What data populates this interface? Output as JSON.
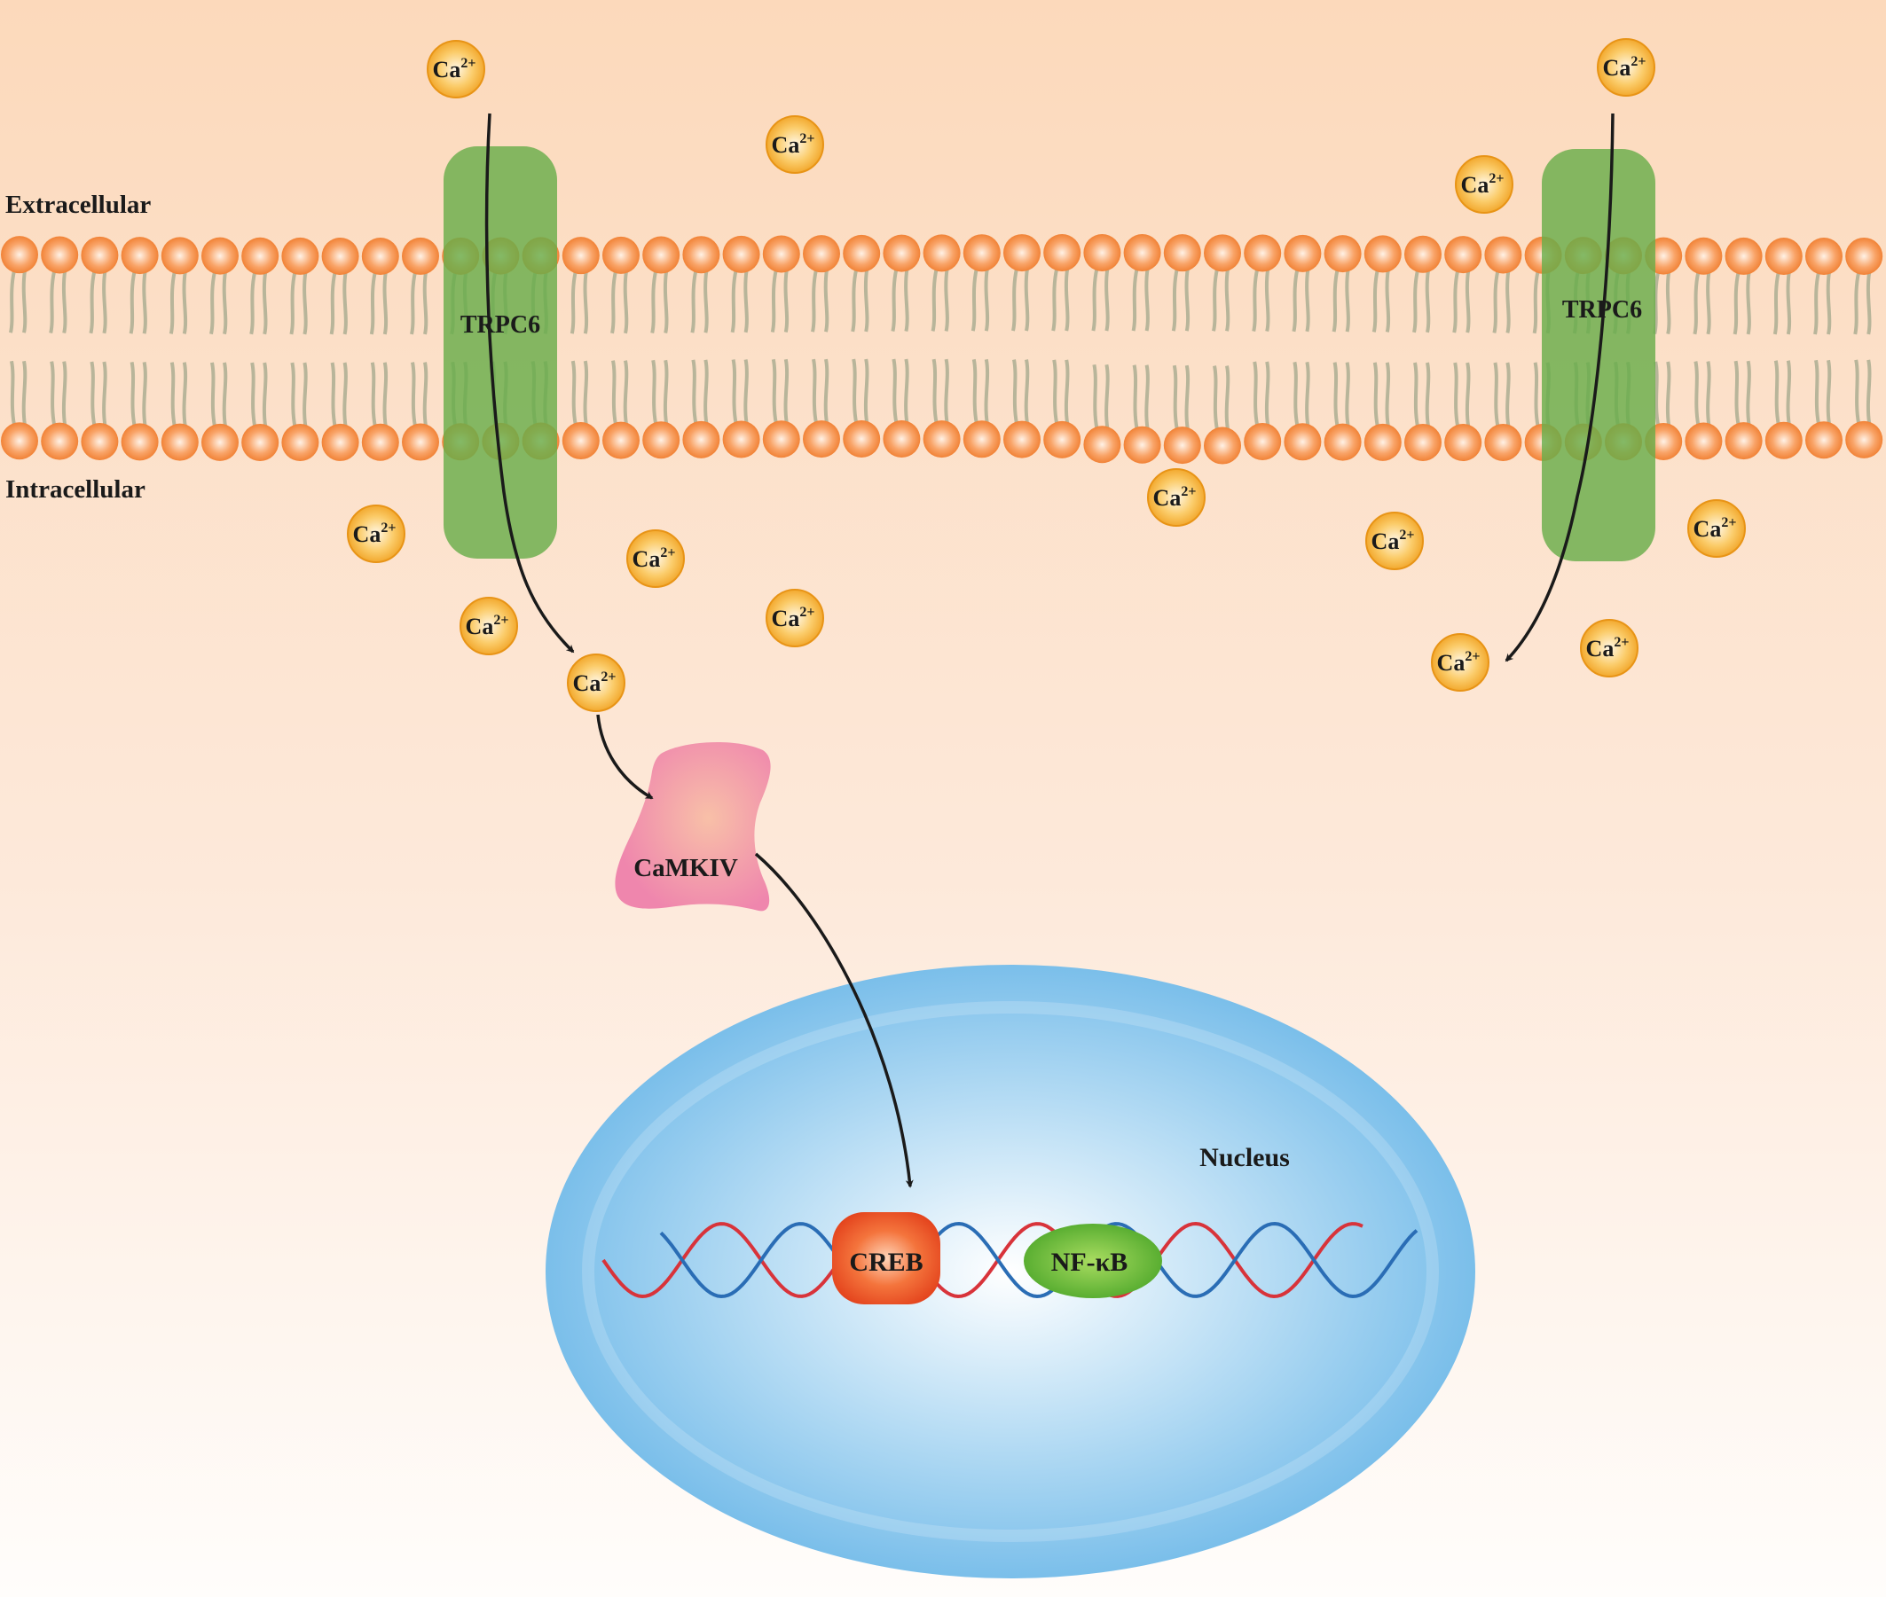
{
  "labels": {
    "extracellular": "Extracellular",
    "intracellular": "Intracellular",
    "channel": "TRPC6",
    "kinase": "CaMKIV",
    "nucleus": "Nucleus",
    "creb": "CREB",
    "nfkb": "NF-κB"
  },
  "ion": {
    "base": "Ca",
    "charge": "2+"
  },
  "colors": {
    "background_top": "#fcd9bb",
    "background_bottom": "#fffdfb",
    "lipid_head": "#f58a3a",
    "lipid_tail": "#b8b59a",
    "channel": "#69ad4a",
    "ion": "#f4a020",
    "kinase": "#ef86ad",
    "nucleus": "#6db8e8",
    "creb": "#e8461e",
    "nfkb": "#58b030",
    "dna_red": "#d8333a",
    "dna_blue": "#2a6db5",
    "arrow": "#1a1a1a"
  }
}
